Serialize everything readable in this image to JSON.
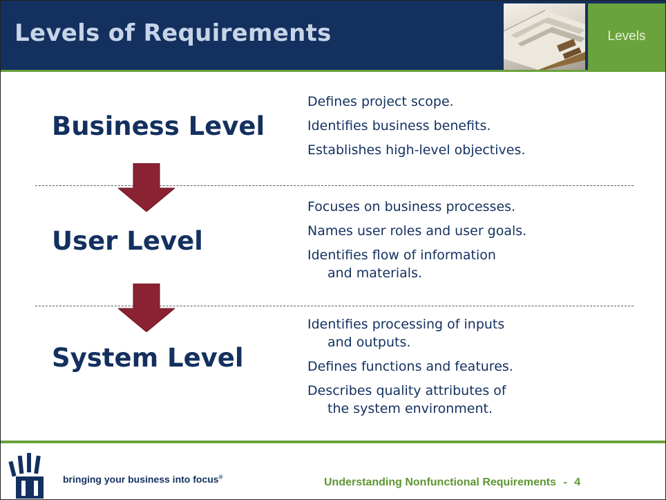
{
  "header": {
    "title": "Levels of Requirements",
    "tag": "Levels"
  },
  "levels": [
    {
      "title": "Business Level",
      "items": [
        {
          "line1": "Defines project scope.",
          "line2": ""
        },
        {
          "line1": "Identifies business benefits.",
          "line2": ""
        },
        {
          "line1": "Establishes high-level objectives.",
          "line2": ""
        }
      ]
    },
    {
      "title": "User Level",
      "items": [
        {
          "line1": "Focuses on business processes.",
          "line2": ""
        },
        {
          "line1": "Names user roles and user goals.",
          "line2": ""
        },
        {
          "line1": "Identifies flow of information",
          "line2": "and materials."
        }
      ]
    },
    {
      "title": "System Level",
      "items": [
        {
          "line1": "Identifies processing of inputs",
          "line2": "and outputs."
        },
        {
          "line1": "Defines functions and features.",
          "line2": ""
        },
        {
          "line1": "Describes quality attributes of",
          "line2": "the system environment."
        }
      ]
    }
  ],
  "footer": {
    "tagline": "bringing your business into focus",
    "tagline_mark": "®",
    "course_title": "Understanding Nonfunctional Requirements",
    "separator": "-",
    "page_number": "4"
  },
  "colors": {
    "navy": "#13305f",
    "green": "#6aa23c",
    "arrow": "#8b2231"
  },
  "icons": [
    "book-image",
    "down-arrow-icon",
    "hand-logo-icon"
  ]
}
